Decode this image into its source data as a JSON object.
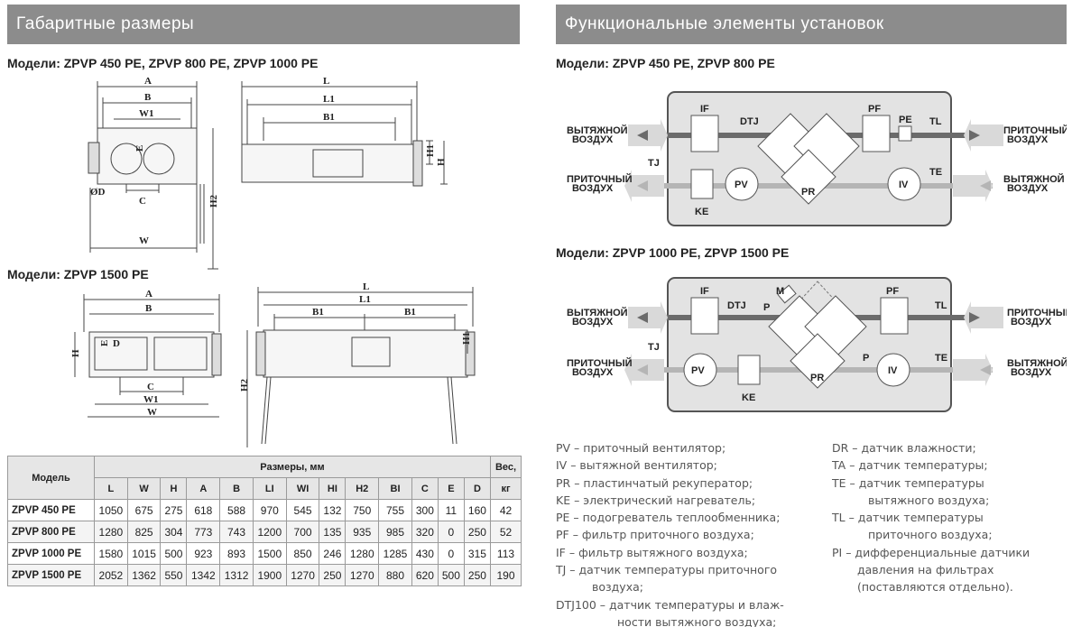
{
  "left": {
    "title": "Габаритные размеры",
    "models_a": "Модели: ZPVP 450 PE, ZPVP 800 PE, ZPVP 1000 PE",
    "models_b": "Модели: ZPVP 1500 PE",
    "dim_labels_a": {
      "A": "A",
      "B": "B",
      "W1": "W1",
      "E": "E",
      "D": "ØD",
      "C": "C",
      "W": "W",
      "L": "L",
      "L1": "L1",
      "B1": "B1",
      "H1": "H1",
      "H": "H",
      "H2": "H2"
    },
    "dim_labels_b": {
      "A": "A",
      "B": "B",
      "H": "H",
      "E": "E",
      "D": "D",
      "C": "C",
      "W1": "W1",
      "W": "W",
      "L": "L",
      "L1": "L1",
      "B1a": "B1",
      "B1b": "B1",
      "H1": "H1",
      "H2": "H2"
    }
  },
  "table": {
    "model_header": "Модель",
    "sizes_header": "Размеры, мм",
    "weight_header_1": "Вес,",
    "weight_header_2": "кг",
    "columns": [
      "L",
      "W",
      "H",
      "A",
      "B",
      "LI",
      "WI",
      "HI",
      "H2",
      "BI",
      "C",
      "E",
      "D"
    ],
    "rows": [
      {
        "model": "ZPVP 450 PE",
        "values": [
          "1050",
          "675",
          "275",
          "618",
          "588",
          "970",
          "545",
          "132",
          "750",
          "755",
          "300",
          "11",
          "160"
        ],
        "weight": "42"
      },
      {
        "model": "ZPVP 800 PE",
        "values": [
          "1280",
          "825",
          "304",
          "773",
          "743",
          "1200",
          "700",
          "135",
          "935",
          "985",
          "320",
          "0",
          "250"
        ],
        "weight": "52"
      },
      {
        "model": "ZPVP 1000 PE",
        "values": [
          "1580",
          "1015",
          "500",
          "923",
          "893",
          "1500",
          "850",
          "246",
          "1280",
          "1285",
          "430",
          "0",
          "315"
        ],
        "weight": "113"
      },
      {
        "model": "ZPVP 1500 PE",
        "values": [
          "2052",
          "1362",
          "550",
          "1342",
          "1312",
          "1900",
          "1270",
          "250",
          "1270",
          "880",
          "620",
          "500",
          "250"
        ],
        "weight": "190"
      }
    ]
  },
  "right": {
    "title": "Функциональные элементы установок",
    "models_a": "Модели: ZPVP 450 PE, ZPVP 800 PE",
    "models_b": "Модели: ZPVP 1000 PE, ZPVP 1500 PE",
    "scheme_a": {
      "IF": "IF",
      "DTJ": "DTJ",
      "PF": "PF",
      "PE": "PE",
      "TL": "TL",
      "TJ": "TJ",
      "TE": "TE",
      "KE": "KE",
      "PV": "PV",
      "PR": "PR",
      "IV": "IV",
      "exhaust_l1": "ВЫТЯЖНОЙ",
      "exhaust_l2": "ВОЗДУХ",
      "supply_l1": "ПРИТОЧНЫЙ",
      "supply_l2": "ВОЗДУХ"
    },
    "scheme_b": {
      "IF": "IF",
      "DTJ": "DTJ",
      "M": "M",
      "P1": "P",
      "PF": "PF",
      "TL": "TL",
      "TJ": "TJ",
      "TE": "TE",
      "KE": "KE",
      "PV": "PV",
      "PR": "PR",
      "IV": "IV",
      "P2": "P",
      "exhaust_l1": "ВЫТЯЖНОЙ",
      "exhaust_l2": "ВОЗДУХ",
      "supply_l1": "ПРИТОЧНЫЙ",
      "supply_l2": "ВОЗДУХ"
    },
    "legend_left": [
      {
        "text": "PV  –  приточный вентилятор;"
      },
      {
        "text": "IV  – вытяжной вентилятор;"
      },
      {
        "text": "PR  – пластинчатый рекуператор;"
      },
      {
        "text": "KE  – электрический нагреватель;"
      },
      {
        "text": "PE  – подогреватель теплообменника;"
      },
      {
        "text": "PF  – фильтр приточного воздуха;"
      },
      {
        "text": "IF  – фильтр вытяжного воздуха;"
      },
      {
        "text": "TJ  – датчик температуры приточного"
      },
      {
        "text": "воздуха;",
        "sub": true
      },
      {
        "text": "DTJ100  – датчик температуры и влаж-"
      },
      {
        "text": "ности вытяжного воздуха;",
        "sub2": true
      }
    ],
    "legend_right": [
      {
        "text": "DR  – датчик влажности;"
      },
      {
        "text": "TA  – датчик температуры;"
      },
      {
        "text": "TE  – датчик температуры"
      },
      {
        "text": "вытяжного воздуха;",
        "sub": true
      },
      {
        "text": "TL  – датчик температуры"
      },
      {
        "text": "приточного воздуха;",
        "sub": true
      },
      {
        "text": "PI – дифференциальные датчики"
      },
      {
        "text": "давления на фильтрах",
        "sub3": true
      },
      {
        "text": "(поставляются отдельно).",
        "sub3": true
      }
    ]
  },
  "colors": {
    "banner": "#8c8c8c",
    "unit_fill": "#e3e3e3",
    "unit_stroke": "#555555",
    "duct_dark": "#6b6b6b",
    "duct_light": "#b5b5b5",
    "arrow_fill": "#d9d9d9"
  }
}
